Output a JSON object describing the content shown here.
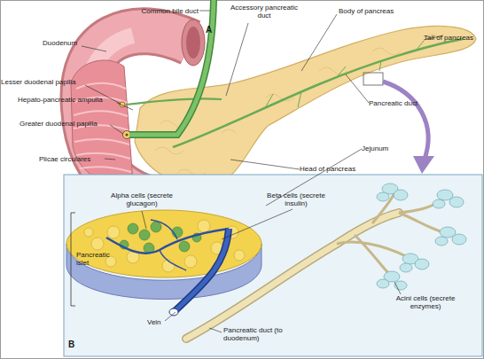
{
  "diagram": {
    "labels": [
      "Common bile duct",
      "Accessory pancreatic duct",
      "Body of pancreas",
      "Tail of pancreas",
      "A",
      "Duodenum",
      "Lesser duodenal papilla",
      "Hepato-pancreatic ampulla",
      "Greater duodenal papilla",
      "Plicae circulares",
      "Pancreatic duct",
      "Jejunum",
      "Head of pancreas",
      "Alpha cells (secrete glucagon)",
      "Beta cells (secrete insulin)",
      "Pancreatic islet",
      "Acini cells (secrete enzymes)",
      "Vein",
      "Pancreatic duct (to duodenum)",
      "B"
    ]
  }
}
